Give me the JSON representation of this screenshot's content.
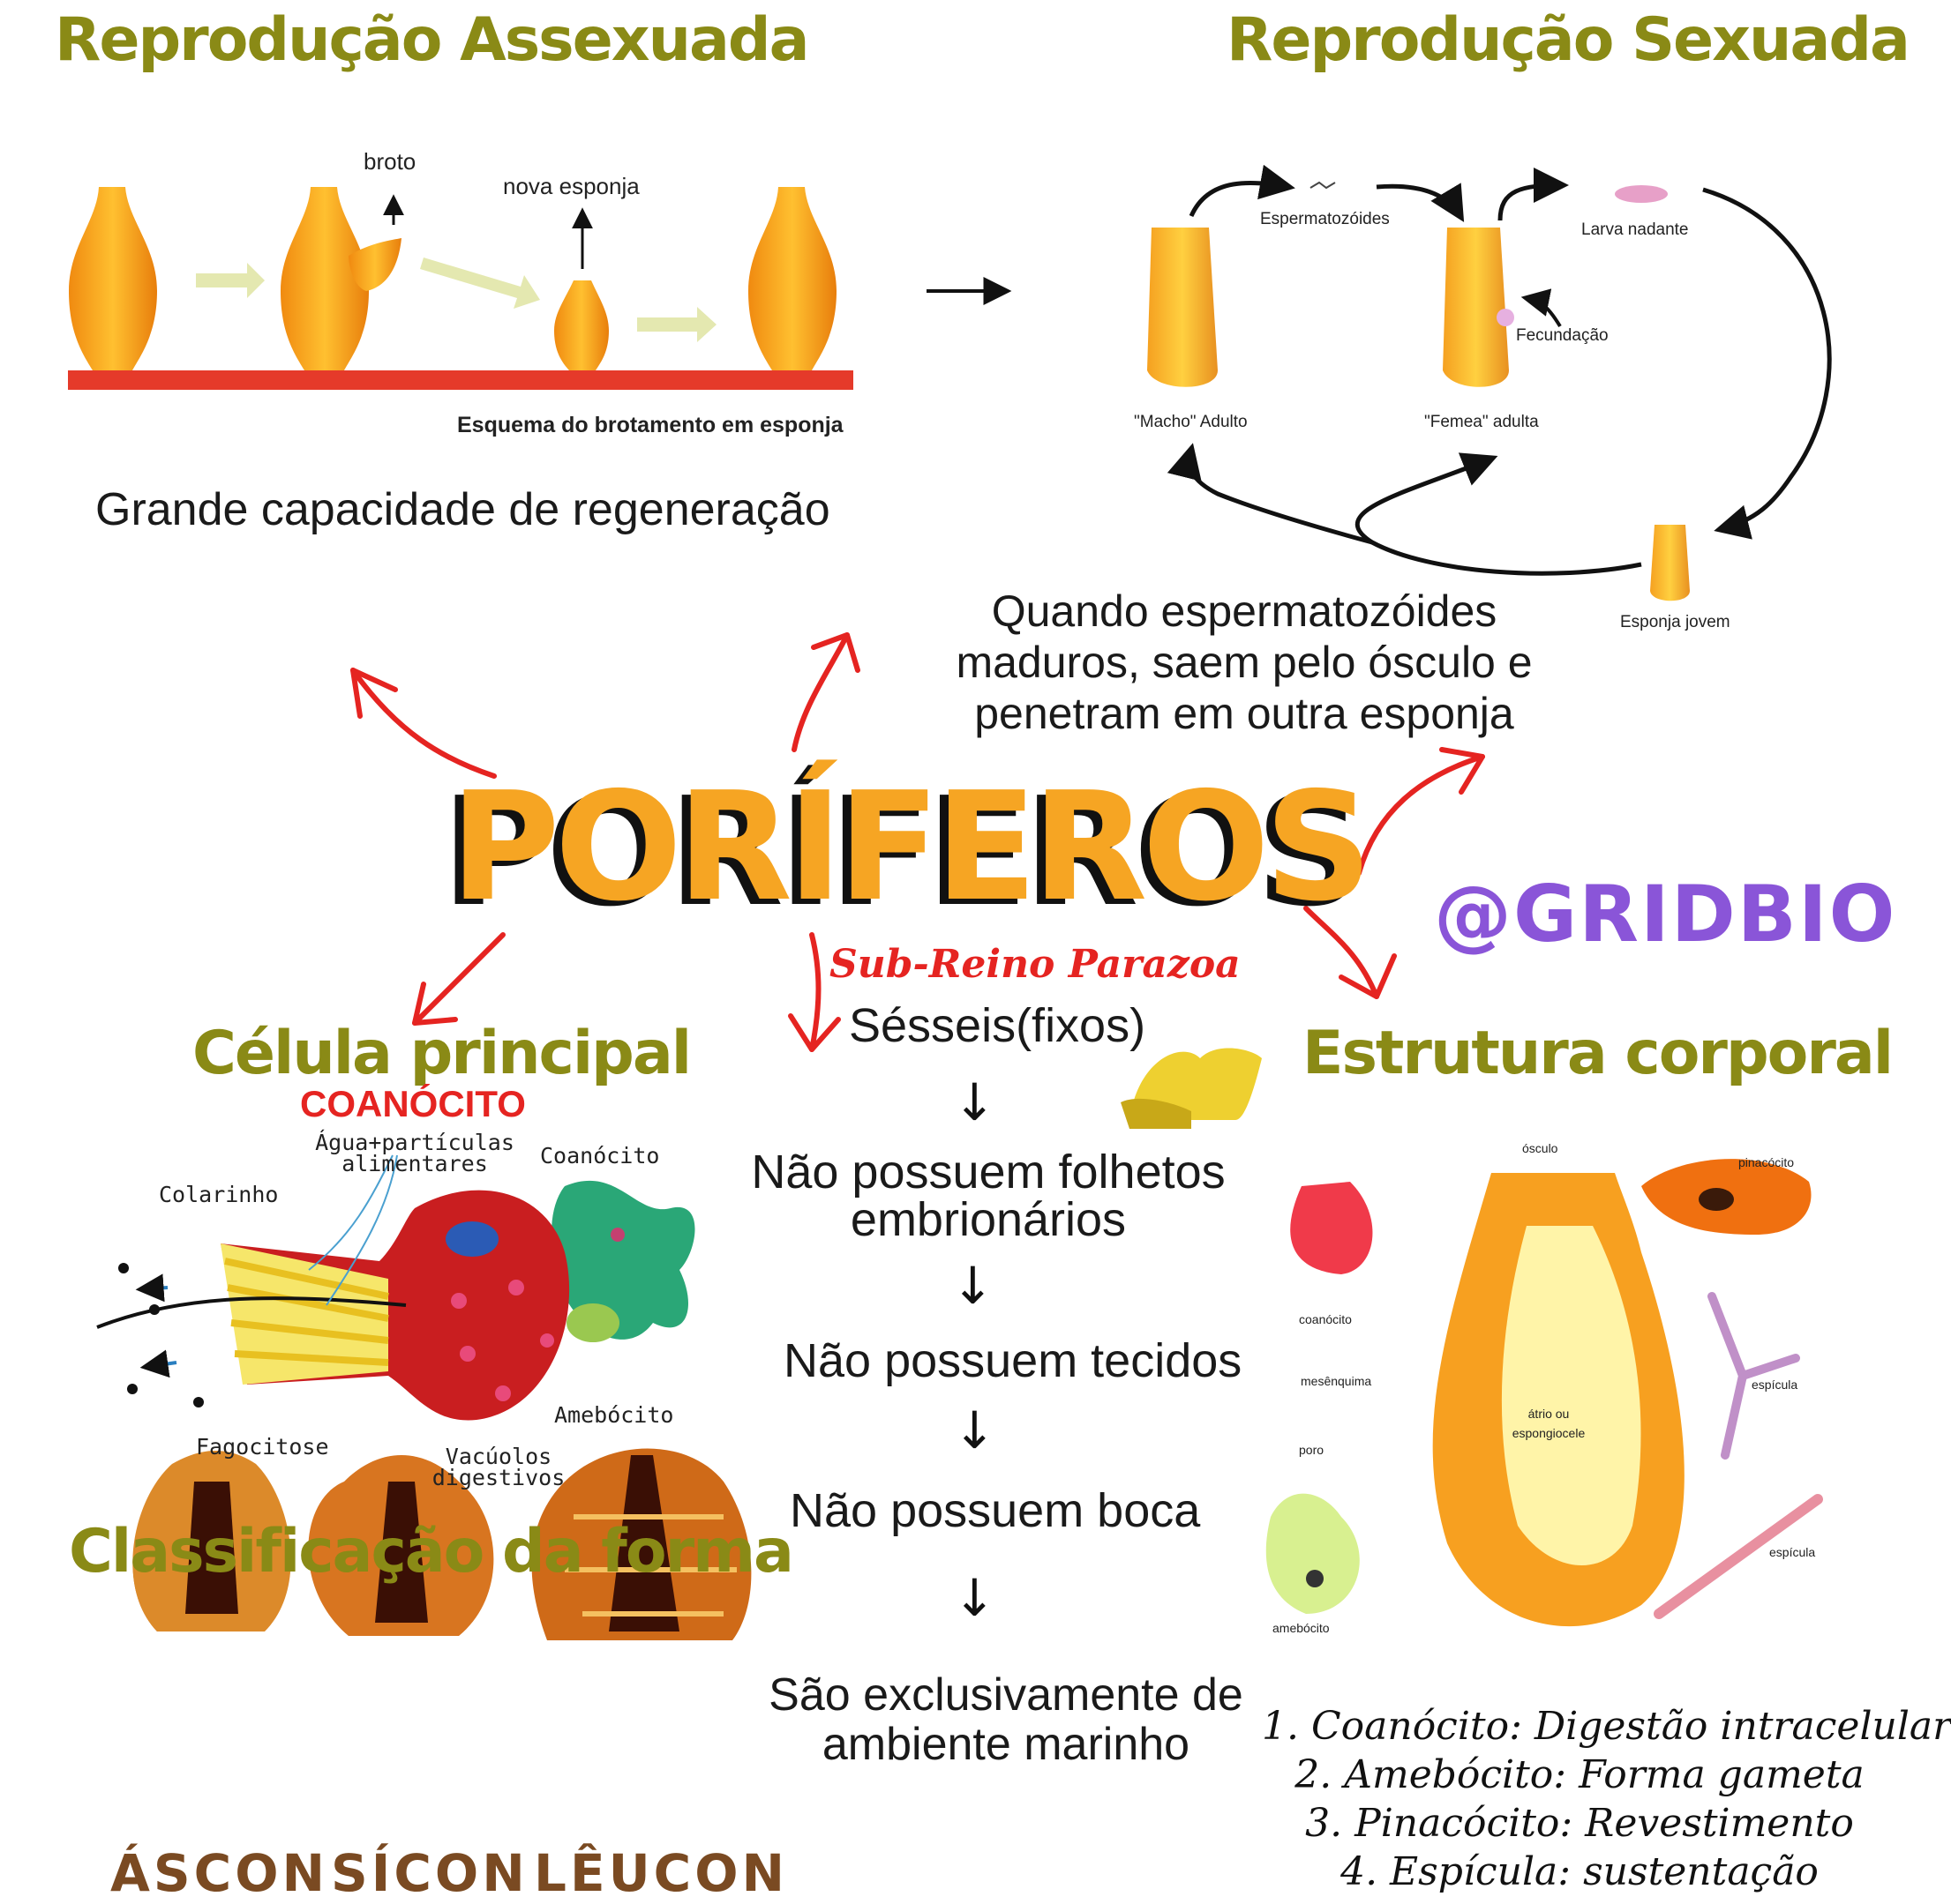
{
  "colors": {
    "heading": "#8a8a16",
    "accent_red": "#e52421",
    "orange": "#f5a020",
    "purple": "#8a55d8",
    "ink": "#111111"
  },
  "asexual": {
    "title": "Reprodução Assexuada",
    "label_broto": "broto",
    "label_nova": "nova esponja",
    "caption": "Esquema do brotamento em esponja",
    "note": "Grande capacidade de regeneração"
  },
  "sexual": {
    "title": "Reprodução Sexuada",
    "label_sperm": "Espermatozóides",
    "label_larva": "Larva nadante",
    "label_fecund": "Fecundação",
    "label_male": "\"Macho\" Adulto",
    "label_female": "\"Femea\" adulta",
    "label_young": "Esponja jovem",
    "note_lines": [
      "Quando espermatozóides",
      "maduros, saem pelo ósculo e",
      "penetram em outra esponja"
    ]
  },
  "center": {
    "title": "PORÍFEROS",
    "subtitle": "Sub-Reino Parazoa",
    "handle": "@GRIDBIO"
  },
  "traits": {
    "t1": "Sésseis(fixos)",
    "t2_lines": [
      "Não possuem folhetos",
      "embrionários"
    ],
    "t3": "Não possuem tecidos",
    "t4": "Não possuem boca",
    "t5_lines": [
      "São exclusivamente de",
      "ambiente marinho"
    ]
  },
  "cell": {
    "title": "Célula principal",
    "subtitle": "COANÓCITO",
    "label_agua": [
      "Água+partículas",
      "alimentares"
    ],
    "label_coanocito": "Coanócito",
    "label_colarinho": "Colarinho",
    "label_amebocito": "Amebócito",
    "label_fagocitose": "Fagocitose",
    "label_vacuolos": [
      "Vacúolos",
      "digestivos"
    ]
  },
  "forms": {
    "title": "Classificação da forma",
    "items": [
      "ÁSCON",
      "SÍCON",
      "LÊUCON"
    ]
  },
  "structure": {
    "title": "Estrutura corporal",
    "labels": {
      "osculo": "ósculo",
      "pinacocito": "pinacócito",
      "coanocito": "coanócito",
      "mesenquima": "mesênquima",
      "atrio": [
        "átrio ou",
        "espongiocele"
      ],
      "espicula1": "espícula",
      "poro": "poro",
      "espicula2": "espícula",
      "amebocito": "amebócito"
    },
    "list": [
      "1. Coanócito: Digestão intracelular",
      "2. Amebócito: Forma gameta",
      "3. Pinacócito: Revestimento",
      "4. Espícula: sustentação"
    ]
  }
}
